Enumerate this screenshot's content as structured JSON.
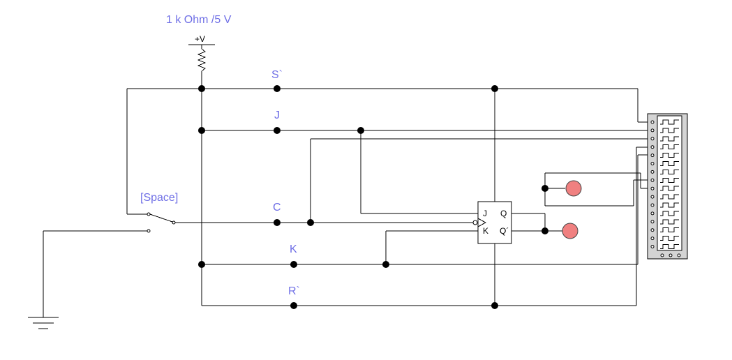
{
  "supply": {
    "caption": "1 k Ohm /5 V",
    "symbol_label": "+V"
  },
  "nets": {
    "s_label": "S`",
    "j_label": "J",
    "c_label": "C",
    "k_label": "K",
    "r_label": "R`"
  },
  "switch": {
    "key_label": "[Space]"
  },
  "flipflop": {
    "pin_j": "J",
    "pin_k": "K",
    "pin_q": "Q",
    "pin_qbar": "Q´"
  },
  "colors": {
    "label_color": "#6f6fe6",
    "probe_color": "#f08080",
    "analyzer_body": "#d4d4d4",
    "wire_color": "#000000"
  },
  "icons": {
    "resistor": "resistor-zigzag-icon",
    "ground": "ground-icon",
    "switch": "spdt-switch-icon",
    "flipflop": "jk-flipflop-icon",
    "probe": "led-probe-icon",
    "analyzer": "logic-analyzer-icon"
  }
}
